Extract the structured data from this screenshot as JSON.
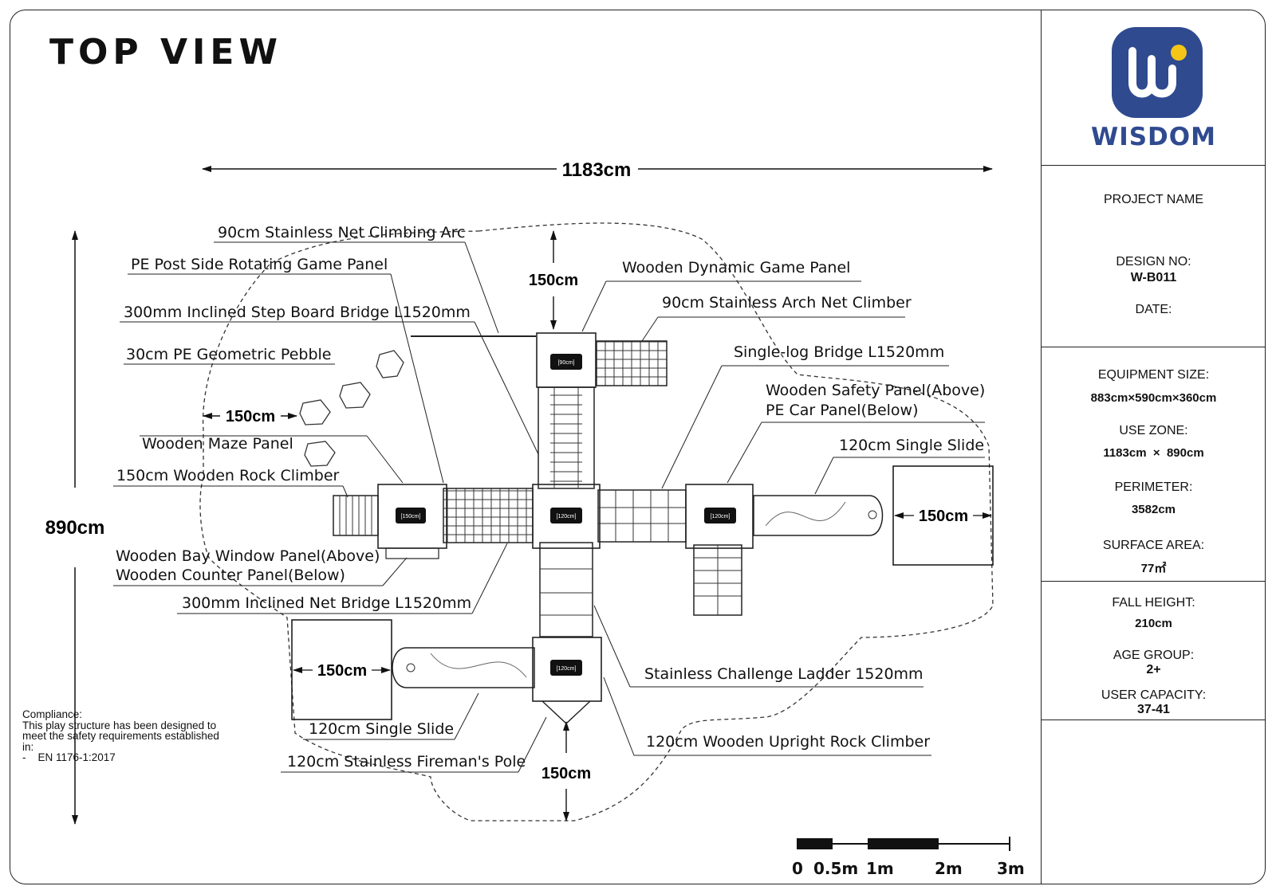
{
  "title": "TOP VIEW",
  "dimensions": {
    "overall_width": "1183cm",
    "overall_depth": "890cm",
    "clearance_top": "150cm",
    "clearance_left": "150cm",
    "clearance_bottom": "150cm",
    "clearance_right": "150cm",
    "clearance_bottom_left": "150cm"
  },
  "platform_labels": {
    "top": "[90cm]",
    "left": "[150cm]",
    "center": "[120cm]",
    "right": "[120cm]",
    "bottom": "[120cm]"
  },
  "callouts": [
    "90cm Stainless Net Climbing Arc",
    "PE Post Side Rotating Game Panel",
    "300mm Inclined Step Board Bridge L1520mm",
    "30cm PE Geometric Pebble",
    "Wooden Maze Panel",
    "150cm Wooden Rock Climber",
    "Wooden Bay Window Panel(Above)",
    "Wooden Counter Panel(Below)",
    "300mm Inclined Net Bridge L1520mm",
    "120cm Single Slide",
    "120cm Stainless Fireman's Pole",
    "Wooden Dynamic Game Panel",
    "90cm Stainless Arch Net Climber",
    "Single-log Bridge L1520mm",
    "Wooden Safety Panel(Above)",
    "PE Car Panel(Below)",
    "120cm Single Slide",
    "Stainless Challenge Ladder 1520mm",
    "120cm Wooden Upright Rock Climber"
  ],
  "scale_bar": {
    "labels": [
      "0",
      "0.5m",
      "1m",
      "2m",
      "3m"
    ]
  },
  "brand": {
    "name": "WISDOM",
    "logo_icon": "wisdom-logo-icon",
    "color": "#2f4a8f",
    "accent": "#f5c518"
  },
  "title_block": {
    "project_name_label": "PROJECT NAME",
    "design_no_label": "DESIGN NO:",
    "design_no": "W-B011",
    "date_label": "DATE:",
    "equipment_size_label": "EQUIPMENT SIZE:",
    "equipment_size": "883cm×590cm×360cm",
    "use_zone_label": "USE ZONE:",
    "use_zone": "1183cm  ×  890cm",
    "perimeter_label": "PERIMETER:",
    "perimeter": "3582cm",
    "surface_area_label": "SURFACE AREA:",
    "surface_area": "77㎡",
    "fall_height_label": "FALL HEIGHT:",
    "fall_height": "210cm",
    "age_group_label": "AGE GROUP:",
    "age_group": "2+",
    "user_capacity_label": "USER CAPACITY:",
    "user_capacity": "37-41",
    "compliance_title": "Compliance:",
    "compliance_text": "This play structure has been designed to meet the safety requirements established in:",
    "compliance_standard": "-    EN 1176-1:2017"
  }
}
